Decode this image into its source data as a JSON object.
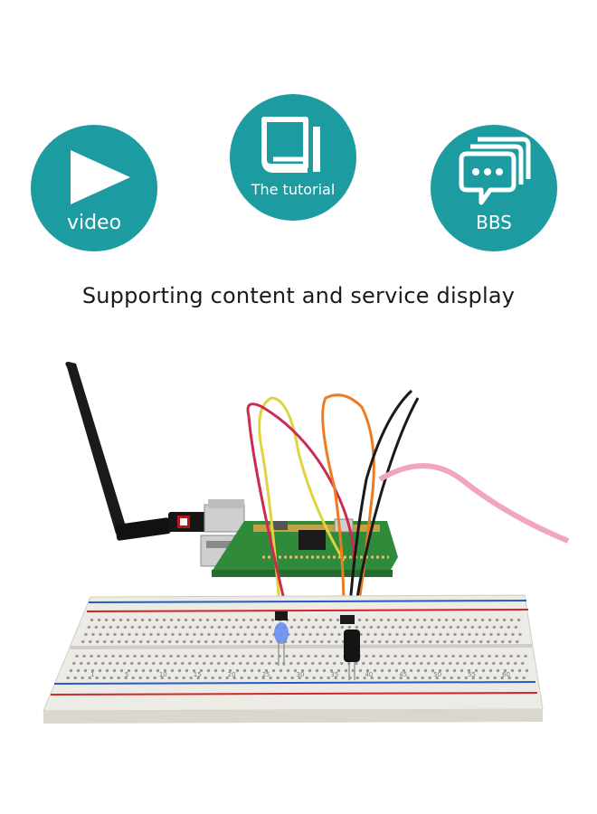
{
  "features": [
    {
      "label": "video",
      "icon": "play-icon"
    },
    {
      "label": "The tutorial",
      "icon": "book-icon"
    },
    {
      "label": "BBS",
      "icon": "chat-bubbles-icon"
    }
  ],
  "caption": "Supporting content and service display",
  "colors": {
    "accent": "#1c9ba0",
    "caption_text": "#1a1a1a"
  },
  "breadboard_numbers": [
    "1",
    "5",
    "10",
    "15",
    "20",
    "25",
    "30",
    "35",
    "40",
    "45",
    "50",
    "55",
    "60"
  ]
}
